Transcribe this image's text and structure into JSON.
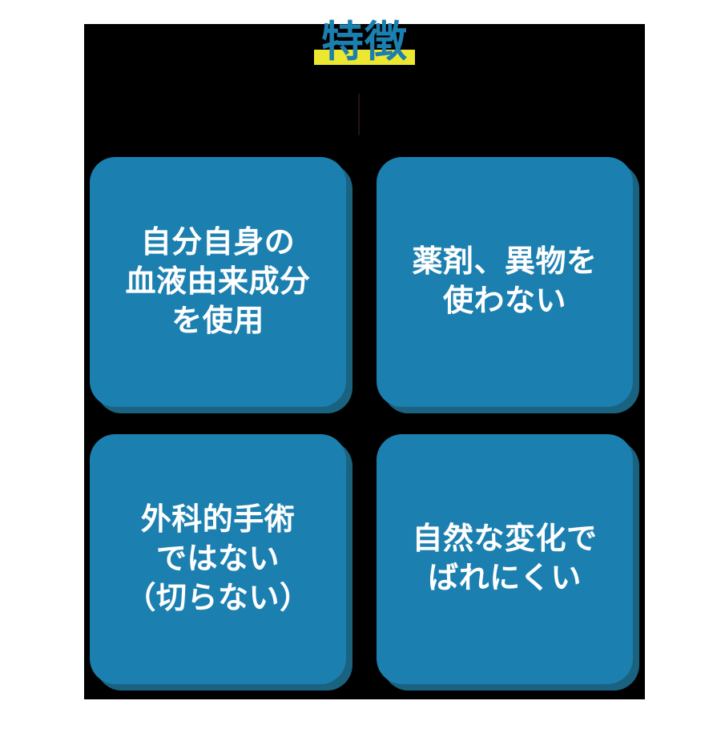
{
  "colors": {
    "background": "#ffffff",
    "panel": "#000000",
    "card_fill": "#1b7fb0",
    "card_shadow": "#1a6380",
    "title_text": "#1b7fb0",
    "title_highlight": "#ece731",
    "card_text": "#ffffff",
    "connector": "#241515"
  },
  "header": {
    "title": "特徴",
    "highlight_color": "#ece731"
  },
  "connector": {
    "name": "vertical-connector-line"
  },
  "cards": [
    {
      "id": "card-own-blood-component",
      "text": "自分自身の\n血液由来成分\nを使用"
    },
    {
      "id": "card-no-drugs-foreign-material",
      "text": "薬剤、異物を\n使わない"
    },
    {
      "id": "card-not-surgery",
      "text": "外科的手術\nではない\n（切らない）"
    },
    {
      "id": "card-natural-change",
      "text": "自然な変化で\nばれにくい"
    }
  ]
}
